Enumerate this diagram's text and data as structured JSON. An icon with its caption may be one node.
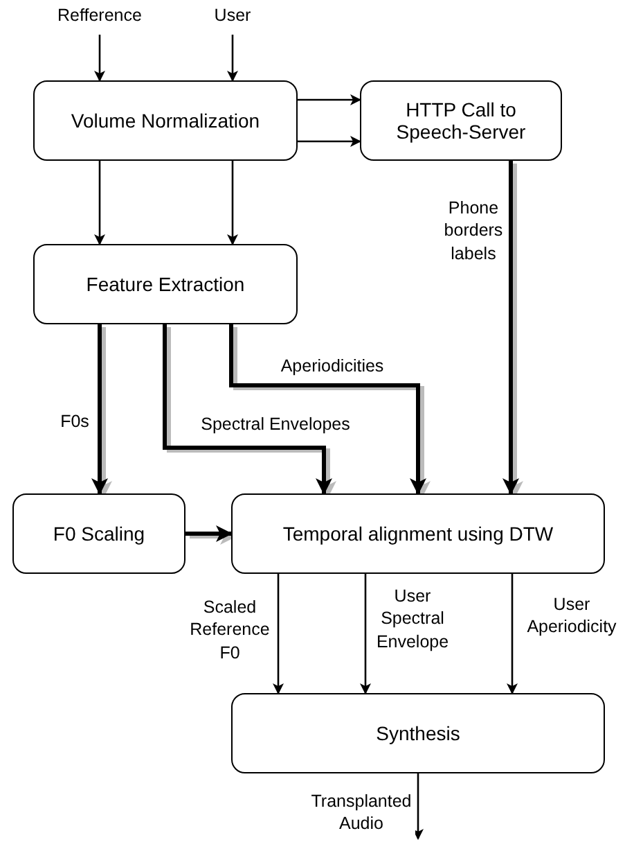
{
  "diagram": {
    "nodes": [
      {
        "text": [
          "Refference"
        ]
      },
      {
        "text": [
          "User"
        ]
      },
      {
        "text": [
          "Volume Normalization"
        ]
      },
      {
        "text": [
          "HTTP Call to Speech-Server"
        ]
      },
      {
        "text": [
          "Feature Extraction"
        ]
      },
      {
        "text": [
          "F0 Scaling"
        ]
      },
      {
        "text": [
          "Temporal alignment using DTW"
        ]
      },
      {
        "text": [
          "Synthesis"
        ]
      }
    ],
    "edges": [
      {
        "from": 0,
        "to": 2,
        "arrow": "to"
      },
      {
        "from": 1,
        "to": 2,
        "arrow": "to"
      },
      {
        "from": 2,
        "to": 3,
        "arrow": "to"
      },
      {
        "from": 2,
        "to": 3,
        "arrow": "to"
      },
      {
        "from": 2,
        "to": 4,
        "arrow": "to"
      },
      {
        "from": 2,
        "to": 4,
        "arrow": "to"
      },
      {
        "from": 3,
        "to": 6,
        "arrow": "to",
        "label": "Phone borders labels",
        "style": "thick"
      },
      {
        "from": 4,
        "to": 5,
        "arrow": "to",
        "label": "F0s",
        "style": "thick"
      },
      {
        "from": 4,
        "to": 6,
        "arrow": "to",
        "label": "Spectral Envelopes",
        "style": "thick"
      },
      {
        "from": 4,
        "to": 6,
        "arrow": "to",
        "label": "Aperiodicities",
        "style": "thick"
      },
      {
        "from": 5,
        "to": 6,
        "arrow": "to",
        "style": "thick"
      },
      {
        "from": 6,
        "to": 7,
        "arrow": "to",
        "label": "Scaled Reference F0"
      },
      {
        "from": 6,
        "to": 7,
        "arrow": "to",
        "label": "User Spectral Envelope"
      },
      {
        "from": 6,
        "to": 7,
        "arrow": "to",
        "label": "User Aperiodicity"
      },
      {
        "from": 7,
        "to": null,
        "arrow": "to",
        "label": "Transplanted Audio"
      }
    ]
  }
}
